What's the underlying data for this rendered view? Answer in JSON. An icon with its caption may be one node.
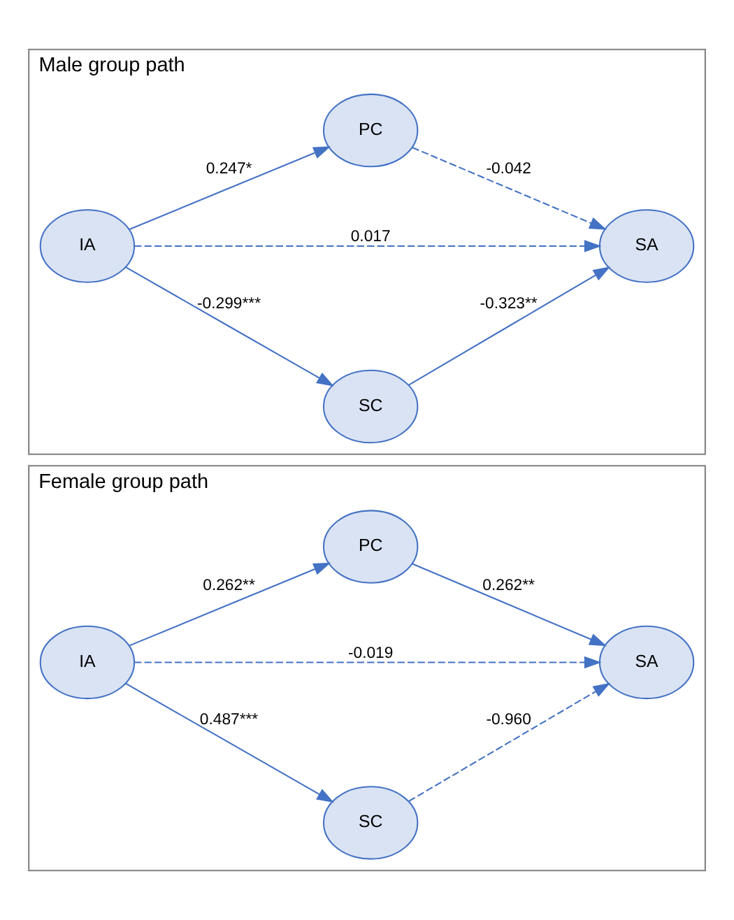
{
  "diagram": {
    "nodes": [
      {
        "text": [
          "Female group path"
        ]
      },
      {
        "text": [
          "SC"
        ],
        "in": 0
      },
      {
        "text": [
          "IA"
        ],
        "in": 0
      },
      {
        "text": [
          "SA"
        ],
        "in": 0
      },
      {
        "text": [
          "PC"
        ],
        "in": 0
      },
      {
        "text": [
          "Male group path"
        ]
      },
      {
        "text": [
          "SC"
        ],
        "in": 5
      },
      {
        "text": [
          "IA"
        ],
        "in": 5
      },
      {
        "text": [
          "SA"
        ],
        "in": 5
      },
      {
        "text": [
          "PC"
        ],
        "in": 5
      }
    ],
    "edges": [
      {
        "from": 2,
        "to": 1,
        "arrow": "to",
        "label": "0.487***"
      },
      {
        "from": 2,
        "to": 3,
        "arrow": "to",
        "label": "-0.019",
        "style": "dashed"
      },
      {
        "from": 2,
        "to": 4,
        "arrow": "to",
        "label": "0.262**"
      },
      {
        "from": 1,
        "to": 3,
        "arrow": "to",
        "label": "-0.960",
        "style": "dashed"
      },
      {
        "from": 4,
        "to": 3,
        "arrow": "to",
        "label": "0.262**"
      },
      {
        "from": 7,
        "to": 6,
        "arrow": "to",
        "label": "-0.299***"
      },
      {
        "from": 7,
        "to": 8,
        "arrow": "to",
        "label": "0.017",
        "style": "dashed"
      },
      {
        "from": 7,
        "to": 9,
        "arrow": "to",
        "label": "0.247*"
      },
      {
        "from": 6,
        "to": 8,
        "arrow": "to",
        "label": "-0.323**"
      },
      {
        "from": 9,
        "to": 8,
        "arrow": "to",
        "label": "-0.042",
        "style": "dashed"
      }
    ]
  }
}
